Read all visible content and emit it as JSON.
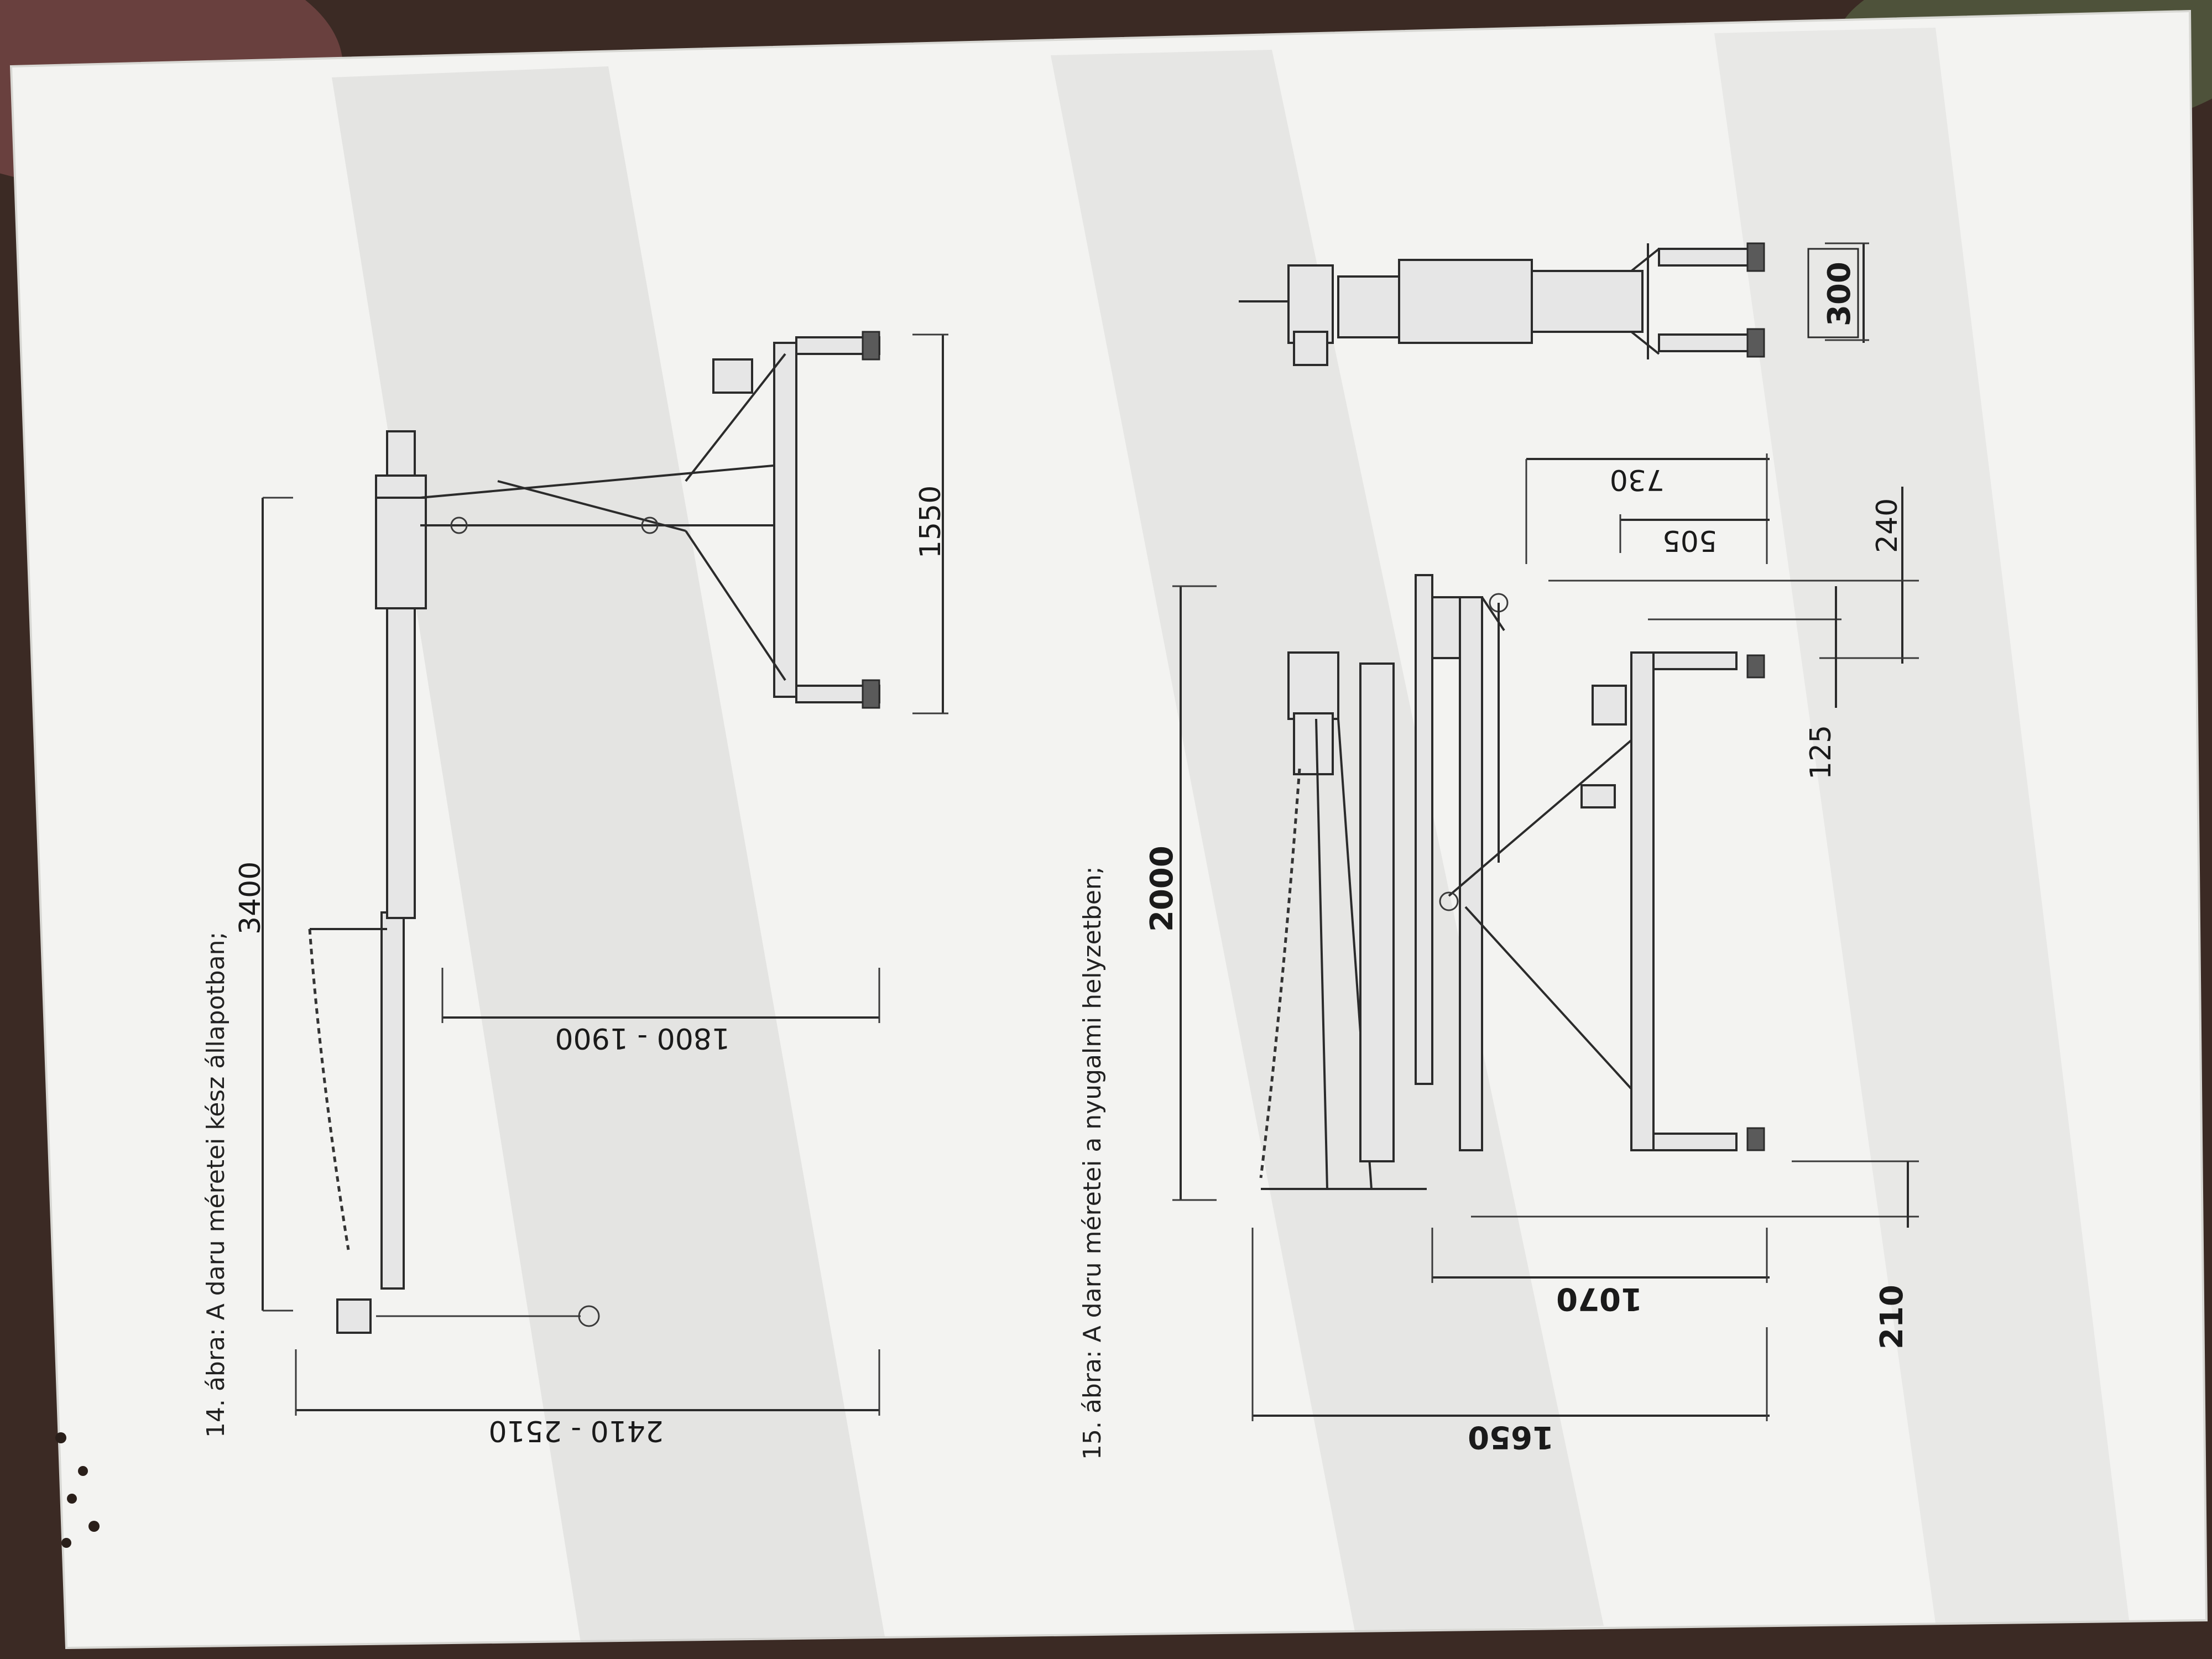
{
  "captions": {
    "fig14": "14. ábra: A daru méretei kész állapotban;",
    "fig15": "15. ábra: A daru méretei a nyugalmi helyzetben;"
  },
  "fig14_dims": {
    "height": "3400",
    "reach_upper": "1800 - 1900",
    "reach_total": "2410 - 2510",
    "base": "1550"
  },
  "fig15_dims": {
    "height": "2000",
    "d730": "730",
    "d505": "505",
    "d240": "240",
    "d125": "125",
    "d1070": "1070",
    "d210": "210",
    "d1650": "1650",
    "top_view": "300"
  },
  "colors": {
    "paper": "#f3f3f1",
    "ink": "#1a1a1a",
    "background": "#3b2a24"
  }
}
